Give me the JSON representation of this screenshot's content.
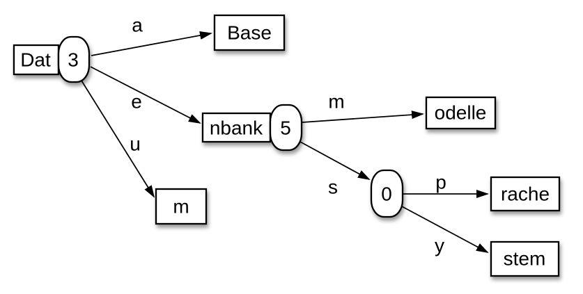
{
  "diagram": {
    "kind": "trie-tree",
    "colors": {
      "background": "#ffffff",
      "stroke": "#000000",
      "node_fill": "#ffffff",
      "shadow": "rgba(0,0,0,0.4)"
    },
    "nodes": [
      {
        "id": "dat",
        "type": "internal",
        "label": "Dat",
        "count": "3"
      },
      {
        "id": "base",
        "type": "leaf",
        "label": "Base"
      },
      {
        "id": "nbank",
        "type": "internal",
        "label": "nbank",
        "count": "5"
      },
      {
        "id": "m",
        "type": "leaf",
        "label": "m"
      },
      {
        "id": "odelle",
        "type": "leaf",
        "label": "odelle"
      },
      {
        "id": "zero",
        "type": "internal",
        "label": "",
        "count": "0"
      },
      {
        "id": "rache",
        "type": "leaf",
        "label": "rache"
      },
      {
        "id": "stem",
        "type": "leaf",
        "label": "stem"
      }
    ],
    "edges": [
      {
        "from": "dat",
        "to": "base",
        "label": "a"
      },
      {
        "from": "dat",
        "to": "nbank",
        "label": "e"
      },
      {
        "from": "dat",
        "to": "m",
        "label": "u"
      },
      {
        "from": "nbank",
        "to": "odelle",
        "label": "m"
      },
      {
        "from": "nbank",
        "to": "zero",
        "label": "s"
      },
      {
        "from": "zero",
        "to": "rache",
        "label": "p"
      },
      {
        "from": "zero",
        "to": "stem",
        "label": "y"
      }
    ]
  }
}
